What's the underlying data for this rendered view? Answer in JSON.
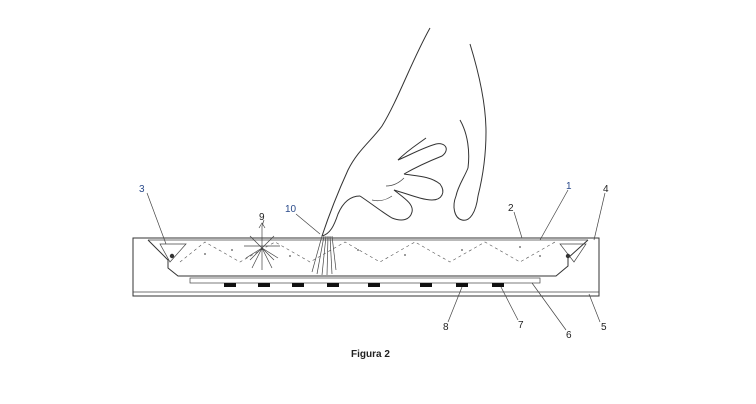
{
  "figure": {
    "caption": "Figura 2",
    "labels": {
      "l1": "1",
      "l2": "2",
      "l3": "3",
      "l4": "4",
      "l5": "5",
      "l6": "6",
      "l7": "7",
      "l8": "8",
      "l9": "9",
      "l10": "10"
    }
  },
  "colors": {
    "line": "#333333",
    "label": "#222222",
    "label_blue": "#2a4a8a"
  }
}
